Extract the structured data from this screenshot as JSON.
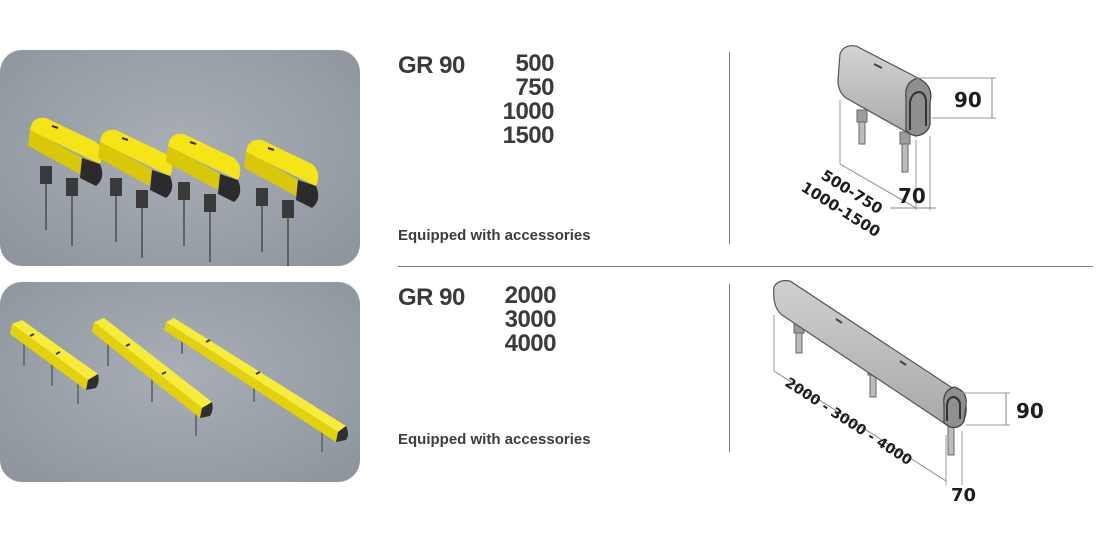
{
  "products": [
    {
      "model": "GR 90",
      "sizes": [
        "500",
        "750",
        "1000",
        "1500"
      ],
      "note": "Equipped with accessories",
      "drawing": {
        "height_label": "90",
        "width_label": "70",
        "length_line1": "500-750",
        "length_line2": "1000-1500"
      }
    },
    {
      "model": "GR 90",
      "sizes": [
        "2000",
        "3000",
        "4000"
      ],
      "note": "Equipped with accessories",
      "drawing": {
        "height_label": "90",
        "width_label": "70",
        "length_label": "2000 - 3000 - 4000"
      }
    }
  ],
  "colors": {
    "guard_yellow": "#f5e416",
    "photo_background": "#9ea3ab",
    "drawing_gray": "#c2c2c2",
    "text": "#3b3b3b"
  }
}
